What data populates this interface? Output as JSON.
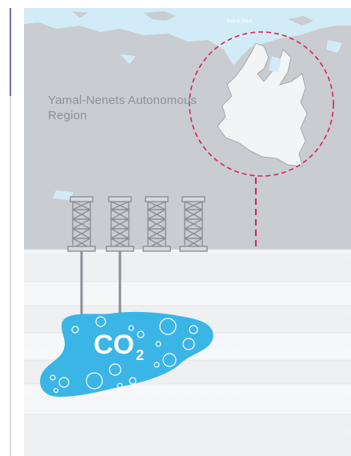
{
  "map": {
    "sea_label": "Kara Sea",
    "region_label": "Yamal-Nenets Autonomous Region"
  },
  "storage": {
    "gas": "CO",
    "gas_subscript": "2"
  },
  "colors": {
    "land": "#c9ccd0",
    "water": "#d2ecf7",
    "highlight_circle": "#d6245a",
    "reservoir": "#3bb5e6",
    "rig": "#8a9097",
    "pipe": "#8a9097"
  },
  "icons": [
    "drilling-rig-icon"
  ]
}
